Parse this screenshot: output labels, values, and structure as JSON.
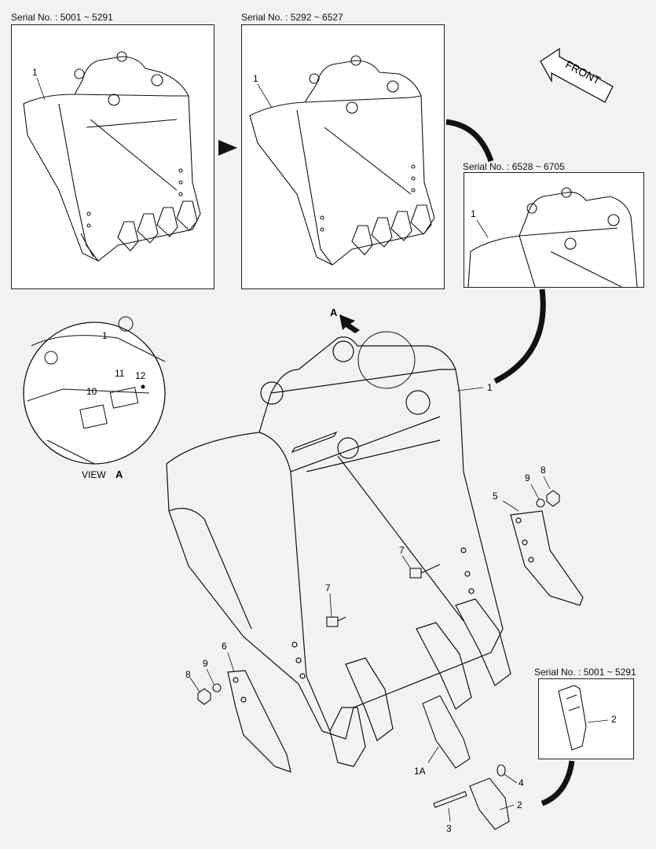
{
  "serials": {
    "top_left": "Serial No. : 5001 ~ 5291",
    "top_middle": "Serial No. : 5292 ~ 6527",
    "right_mid": "Serial No. : 6528 ~ 6705",
    "bottom_right": "Serial No. : 5001 ~ 5291"
  },
  "front_arrow": {
    "label": "FRONT"
  },
  "view": {
    "caption": "VIEW",
    "letter": "A"
  },
  "arrow_a": "A",
  "callouts": {
    "c1": "1",
    "c1a": "1A",
    "c2": "2",
    "c3": "3",
    "c4": "4",
    "c5": "5",
    "c6": "6",
    "c7": "7",
    "c8": "8",
    "c9": "9",
    "c10": "10",
    "c11": "11",
    "c12": "12"
  }
}
